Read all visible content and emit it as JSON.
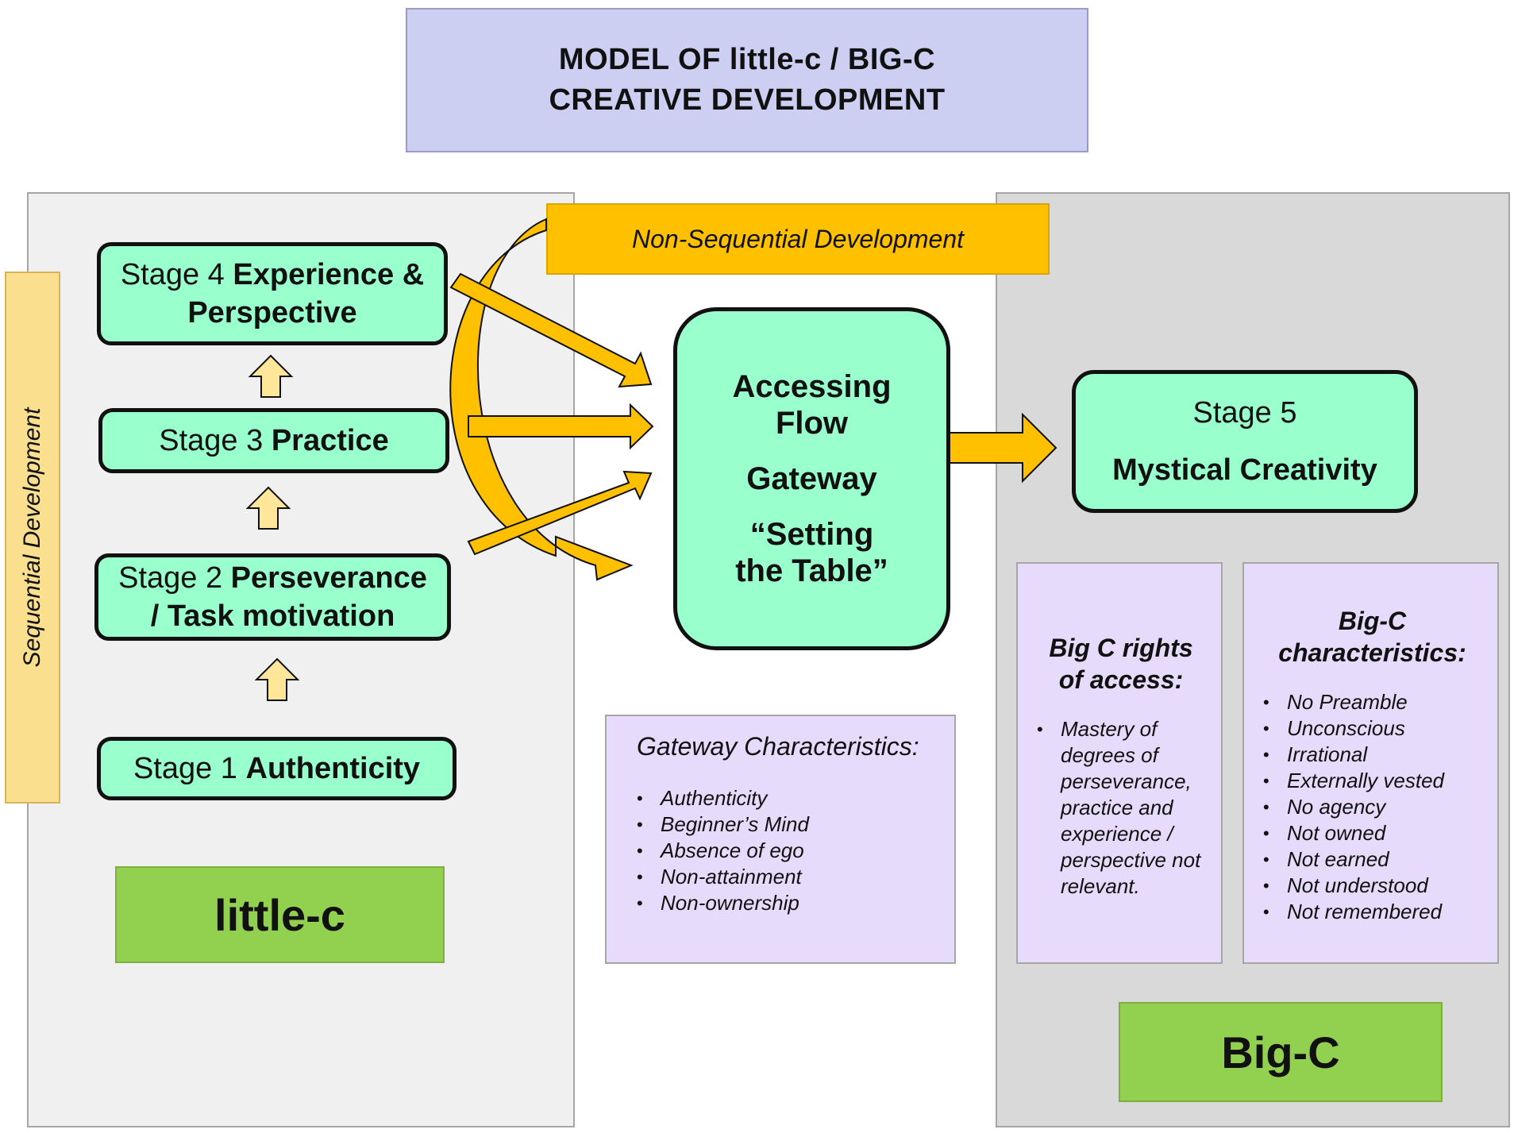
{
  "title": {
    "line1": "MODEL  OF little-c  / BIG-C",
    "line2": "CREATIVE  DEVELOPMENT"
  },
  "sequential_label": "Sequential Development",
  "non_sequential_label": "Non-Sequential Development",
  "stages": {
    "stage4": {
      "prefix": "Stage 4 ",
      "bold1": "Experience &",
      "bold2": "Perspective"
    },
    "stage3": {
      "prefix": "Stage 3 ",
      "bold": "Practice"
    },
    "stage2": {
      "prefix": "Stage 2 ",
      "bold1": "Perseverance",
      "bold2": "/ Task motivation"
    },
    "stage1": {
      "prefix": "Stage 1 ",
      "bold": "Authenticity"
    },
    "stage5": {
      "line1": "Stage 5",
      "line2": "Mystical Creativity"
    }
  },
  "gateway": {
    "line1": "Accessing",
    "line2": "Flow",
    "line3": "Gateway",
    "line4": "“Setting",
    "line5": "the Table”"
  },
  "gateway_characteristics": {
    "heading": "Gateway  Characteristics:",
    "items": [
      "Authenticity",
      "Beginner’s Mind",
      "Absence of ego",
      "Non-attainment",
      "Non-ownership"
    ]
  },
  "big_c_rights": {
    "heading_line1": "Big C rights",
    "heading_line2": "of access:",
    "items": [
      "Mastery  of degrees  of perseverance, practice and experience  / perspective not relevant."
    ]
  },
  "big_c_characteristics": {
    "heading_line1": "Big-C",
    "heading_line2": "characteristics:",
    "items": [
      "No Preamble",
      "Unconscious",
      "Irrational",
      "Externally  vested",
      "No agency",
      "Not owned",
      "Not earned",
      "Not understood",
      "Not remembered"
    ]
  },
  "little_c_label": "little-c",
  "big_c_label": "Big-C",
  "colors": {
    "stage_fill": "#99ffcc",
    "arrow_fill": "#ffc000",
    "small_arrow_fill": "#ffe699",
    "label_green": "#92d050",
    "lavender": "#e6dbfa",
    "title_fill": "#cccff2"
  }
}
